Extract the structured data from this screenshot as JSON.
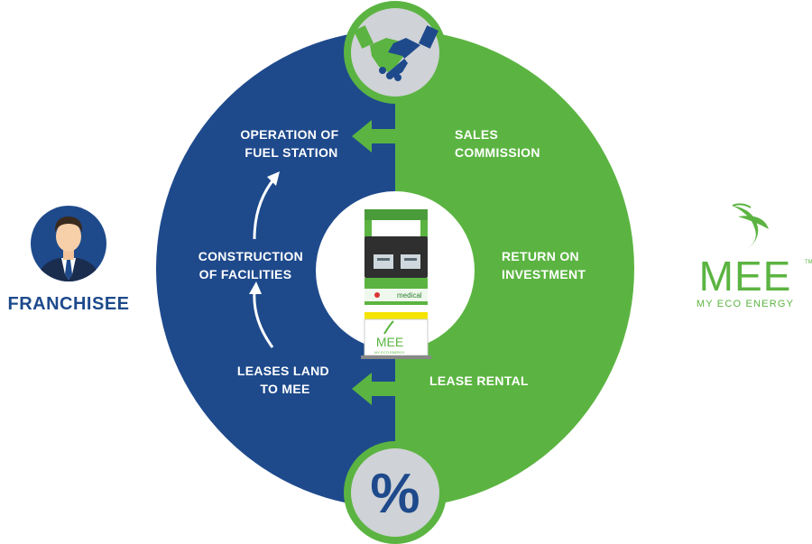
{
  "franchisee": {
    "label": "FRANCHISEE",
    "icon": "businessman-icon"
  },
  "brand": {
    "logo_text": "MEE",
    "tagline": "MY ECO ENERGY",
    "trademark": "TM",
    "color": "#5bb441"
  },
  "left_half": {
    "color": "#1e4a8c",
    "steps": [
      {
        "line1": "OPERATION OF",
        "line2": "FUEL STATION"
      },
      {
        "line1": "CONSTRUCTION",
        "line2": "OF FACILITIES"
      },
      {
        "line1": "LEASES LAND",
        "line2": "TO MEE"
      }
    ]
  },
  "right_half": {
    "color": "#5bb441",
    "items": [
      {
        "line1": "SALES",
        "line2": "COMMISSION"
      },
      {
        "line1": "RETURN ON",
        "line2": "INVESTMENT"
      },
      {
        "line1": "LEASE RENTAL"
      }
    ]
  },
  "top_badge": {
    "icon": "handshake-icon"
  },
  "bottom_badge": {
    "symbol": "%",
    "icon": "percent-icon"
  },
  "center": {
    "icon": "fuel-dispenser-icon",
    "pump_brand": "MEE",
    "pump_tagline": "MY ECO ENERGY",
    "pump_label": "medical"
  }
}
